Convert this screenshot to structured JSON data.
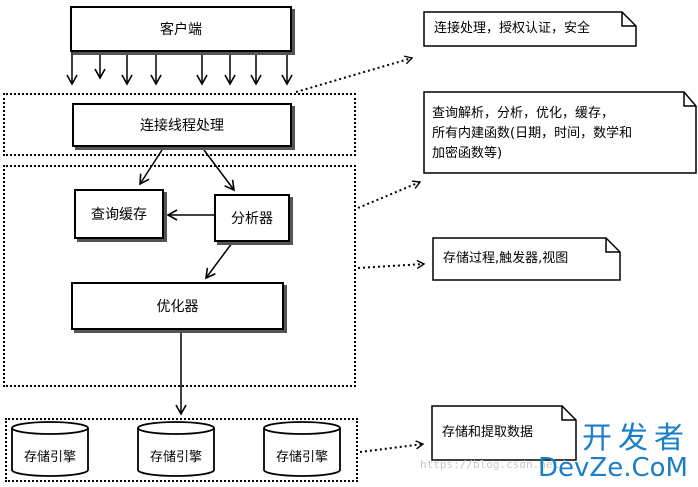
{
  "nodes": {
    "client": "客户端",
    "connection_thread": "连接线程处理",
    "query_cache": "查询缓存",
    "analyzer": "分析器",
    "optimizer": "优化器",
    "engine_1": "存储引擎",
    "engine_2": "存储引擎",
    "engine_3": "存储引擎"
  },
  "notes": {
    "note_1": "连接处理，授权认证，安全",
    "note_2": "查询解析，分析，优化，缓存，\n所有内建函数(日期，时间，数学和\n加密函数等)",
    "note_3": "存储过程,触发器,视图",
    "note_4": "存储和提取数据"
  },
  "watermark": {
    "main": "开发者",
    "sub": "DevZe.CoM",
    "url": "https://blog.csdn.net/"
  },
  "colors": {
    "line": "#000000",
    "watermark": "#1a7fc7"
  }
}
